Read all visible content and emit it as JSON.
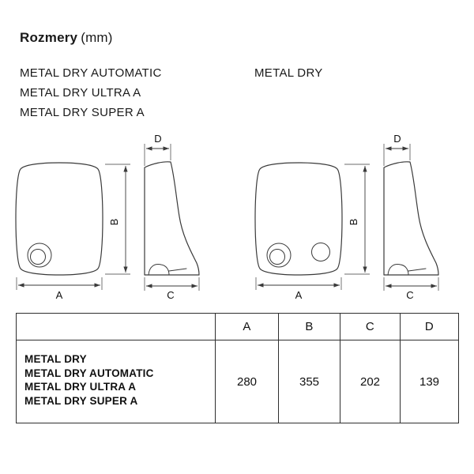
{
  "title": {
    "name": "Rozmery",
    "unit": "(mm)"
  },
  "left_models": [
    "METAL DRY AUTOMATIC",
    "METAL DRY ULTRA A",
    "METAL DRY SUPER A"
  ],
  "right_model": "METAL DRY",
  "dims": {
    "a": "A",
    "b": "B",
    "c": "C",
    "d": "D"
  },
  "table": {
    "headers": [
      "A",
      "B",
      "C",
      "D"
    ],
    "row_labels": [
      "METAL DRY",
      "METAL DRY AUTOMATIC",
      "METAL DRY ULTRA A",
      "METAL DRY SUPER A"
    ],
    "values": [
      "280",
      "355",
      "202",
      "139"
    ]
  },
  "colors": {
    "line": "#3a3a3a",
    "text": "#111111"
  }
}
